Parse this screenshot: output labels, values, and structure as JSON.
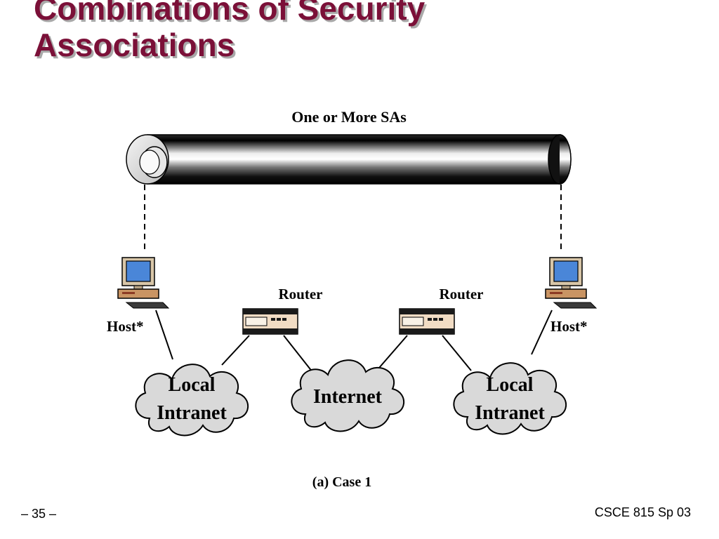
{
  "slide": {
    "title_line1": "Combinations of Security",
    "title_line2": "Associations",
    "page_number": "– 35 –",
    "course": "CSCE 815 Sp 03"
  },
  "diagram": {
    "tunnel_label": "One or More SAs",
    "left_host_label": "Host*",
    "right_host_label": "Host*",
    "left_router_label": "Router",
    "right_router_label": "Router",
    "left_cloud_line1": "Local",
    "left_cloud_line2": "Intranet",
    "center_cloud_label": "Internet",
    "right_cloud_line1": "Local",
    "right_cloud_line2": "Intranet",
    "caption": "(a) Case 1"
  },
  "colors": {
    "title": "#7b1038",
    "cloud": "#d9d9d9",
    "screen": "#4a86d8",
    "router_body": "#f1dcc4"
  }
}
